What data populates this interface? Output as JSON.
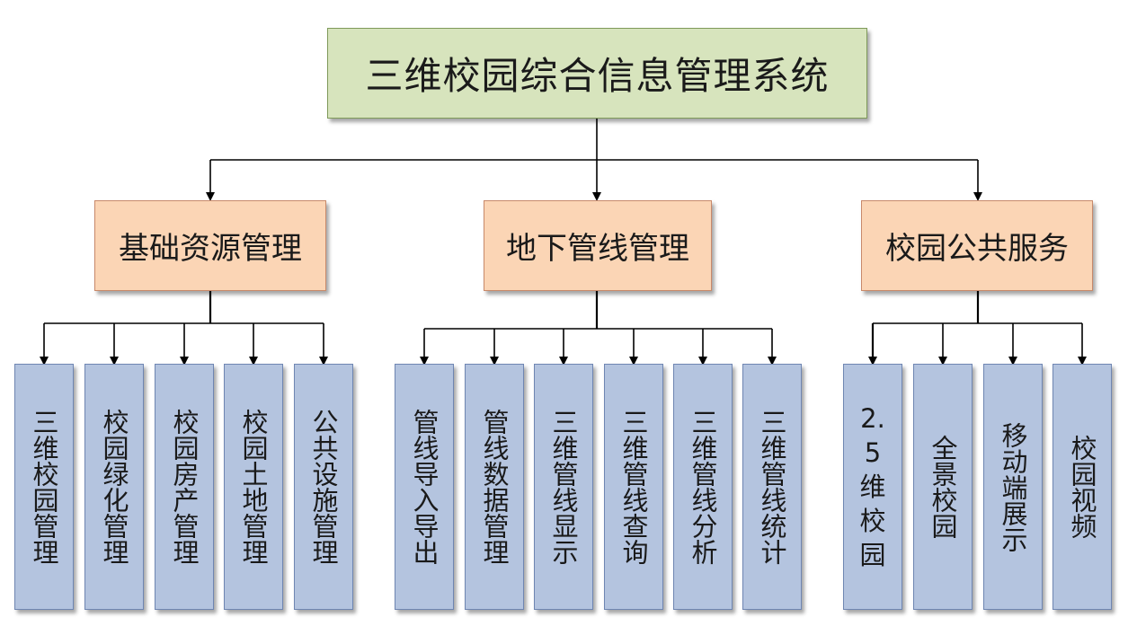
{
  "root": {
    "label": "三维校园综合信息管理系统"
  },
  "categories": [
    {
      "label": "基础资源管理",
      "children": [
        "三维校园管理",
        "校园绿化管理",
        "校园房产管理",
        "校园土地管理",
        "公共设施管理"
      ]
    },
    {
      "label": "地下管线管理",
      "children": [
        "管线导入导出",
        "管线数据管理",
        "三维管线显示",
        "三维管线查询",
        "三维管线分析",
        "三维管线统计"
      ]
    },
    {
      "label": "校园公共服务",
      "children": [
        "2.5维校园",
        "全景校园",
        "移动端展示",
        "校园视频"
      ]
    }
  ],
  "colors": {
    "root_fill": "#d7e4bd",
    "category_fill": "#fbd5b5",
    "leaf_fill": "#b4c4df",
    "connector": "#000000"
  }
}
